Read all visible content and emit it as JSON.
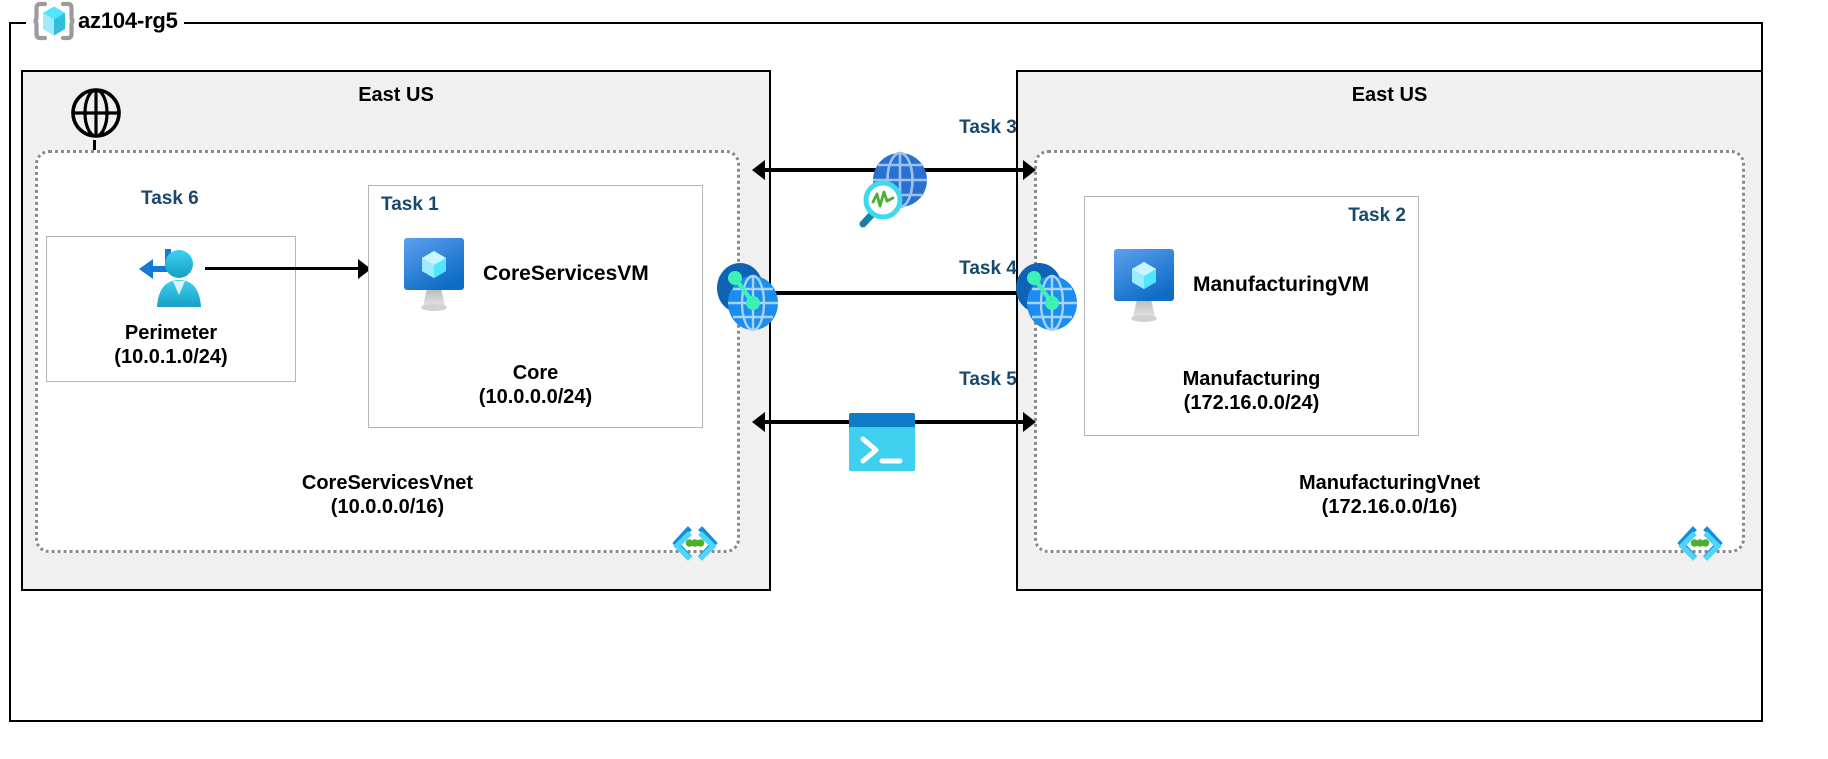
{
  "resource_group": {
    "name": "az104-rg5",
    "icon": "azure-resource-group-icon"
  },
  "regions": [
    {
      "id": "left",
      "title": "East US"
    },
    {
      "id": "right",
      "title": "East US"
    }
  ],
  "vnets": [
    {
      "id": "coreservices",
      "name": "CoreServicesVnet",
      "cidr": "(10.0.0.0/16)",
      "corner_icon": "subnet-brackets-icon"
    },
    {
      "id": "manufacturing",
      "name": "ManufacturingVnet",
      "cidr": "(172.16.0.0/16)",
      "corner_icon": "subnet-brackets-icon"
    }
  ],
  "subnets": [
    {
      "id": "perimeter",
      "task": "Task 6",
      "name": "Perimeter",
      "cidr": "(10.0.1.0/24)",
      "icon": "bastion-user-icon"
    },
    {
      "id": "core",
      "task": "Task 1",
      "name": "Core",
      "cidr": "(10.0.0.0/24)",
      "vm": "CoreServicesVM",
      "icon": "virtual-machine-icon"
    },
    {
      "id": "manufacturing-subnet",
      "task": "Task 2",
      "name": "Manufacturing",
      "cidr": "(172.16.0.0/24)",
      "vm": "ManufacturingVM",
      "icon": "virtual-machine-icon"
    }
  ],
  "gap_tasks": [
    {
      "id": "task3",
      "label": "Task 3",
      "icon": "network-watcher-icon"
    },
    {
      "id": "task4",
      "label": "Task 4",
      "icon": "none"
    },
    {
      "id": "task5",
      "label": "Task 5",
      "icon": "cloud-shell-icon"
    }
  ],
  "peering_icons": [
    {
      "id": "peering-left",
      "icon": "vnet-peering-icon"
    },
    {
      "id": "peering-right",
      "icon": "vnet-peering-icon"
    }
  ],
  "internet": {
    "icon": "internet-globe-icon"
  },
  "colors": {
    "task_label": "#17496d",
    "region_fill": "#f0f0f0",
    "frame_stroke": "#000000",
    "vnet_stroke": "#8a8a8a",
    "subnet_stroke": "#b6b6b6",
    "azure_blue": "#0078d4",
    "cyan": "#50e6ff",
    "green_dot": "#4caf2f"
  }
}
